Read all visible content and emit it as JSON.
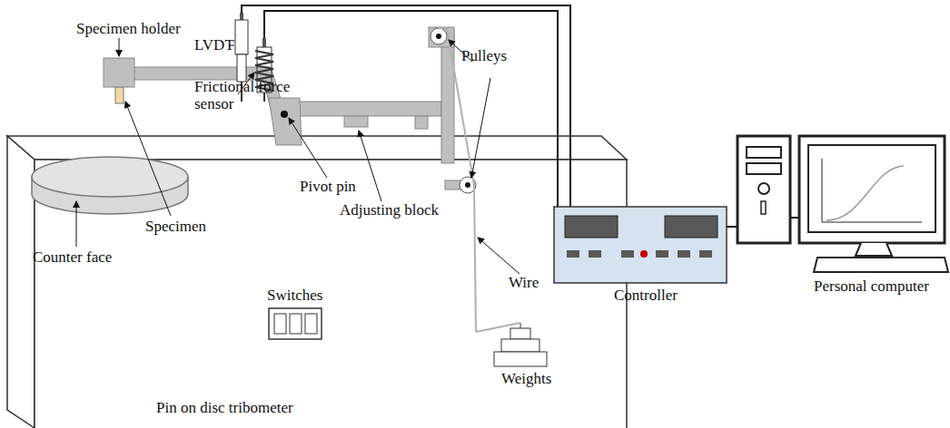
{
  "diagram": {
    "labels": [
      "Specimen holder",
      "LVDT",
      "Frictional force sensor",
      "Pulleys",
      "Pivot pin",
      "Specimen",
      "Adjusting block",
      "Counter face",
      "Switches",
      "Wire",
      "Controller",
      "Weights",
      "Personal computer",
      "Pin on disc tribometer"
    ]
  }
}
